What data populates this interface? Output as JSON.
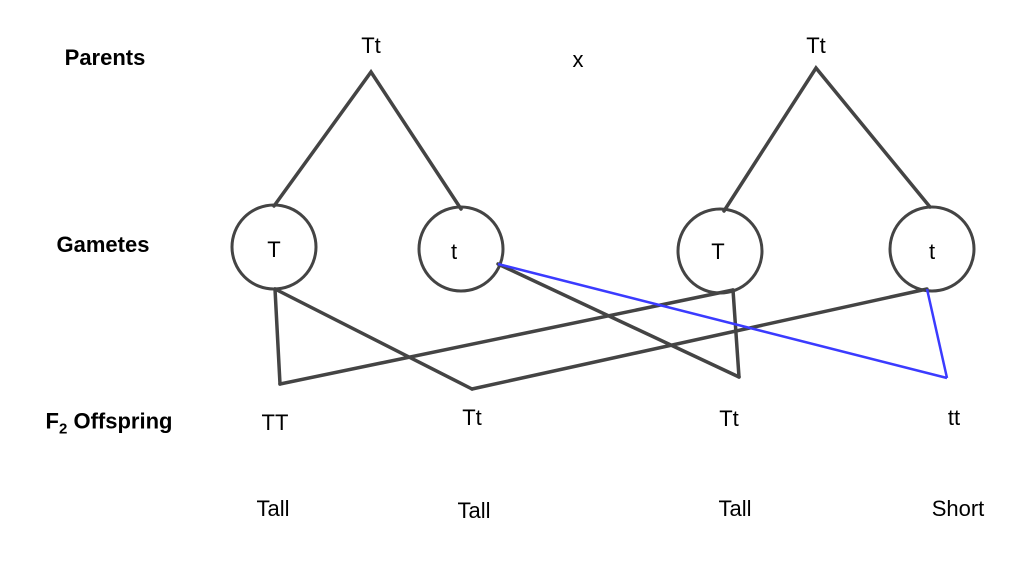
{
  "row_labels": {
    "parents": "Parents",
    "gametes": "Gametes",
    "offspring_prefix": "F",
    "offspring_sub": "2",
    "offspring_suffix": " Offspring"
  },
  "parents": {
    "left": "Tt",
    "cross": "x",
    "right": "Tt"
  },
  "gametes": [
    "T",
    "t",
    "T",
    "t"
  ],
  "offspring": [
    {
      "genotype": "TT",
      "phenotype": "Tall"
    },
    {
      "genotype": "Tt",
      "phenotype": "Tall"
    },
    {
      "genotype": "Tt",
      "phenotype": "Tall"
    },
    {
      "genotype": "tt",
      "phenotype": "Short"
    }
  ],
  "colors": {
    "line": "#444444",
    "highlight": "#3b3bff"
  }
}
